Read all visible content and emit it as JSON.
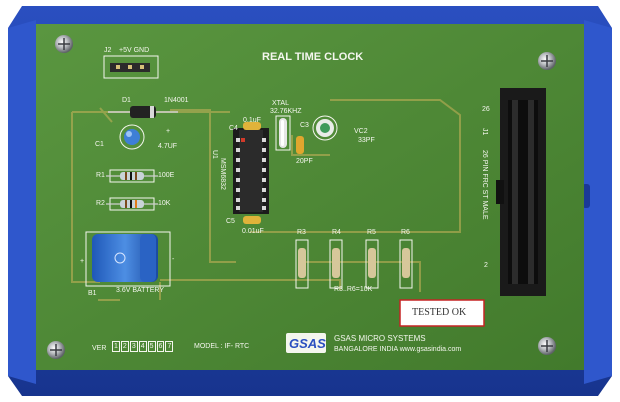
{
  "board": {
    "title": "REAL TIME CLOCK",
    "colors": {
      "enclosure": "#1d3fa8",
      "pcb": "#4e8b34",
      "trace": "#c9b35a",
      "silkscreen": "#f4f6ee"
    }
  },
  "header": {
    "ref": "J2",
    "pins": "+5V  GND"
  },
  "diode": {
    "ref": "D1",
    "part": "1N4001"
  },
  "cap_c1": {
    "ref": "C1",
    "value": "4.7UF",
    "plus": "+"
  },
  "r1": {
    "ref": "R1",
    "value": "100E"
  },
  "r2": {
    "ref": "R2",
    "value": "10K"
  },
  "battery": {
    "ref": "B1",
    "label": "3.6V BATTERY",
    "plus": "+",
    "minus": "-"
  },
  "ic": {
    "ref": "U1",
    "part": "MSM6832"
  },
  "cap_c4": {
    "ref": "C4",
    "value": "0.1uF"
  },
  "cap_c5": {
    "ref": "C5",
    "value": "0.01uF"
  },
  "crystal": {
    "name": "XTAL",
    "value": "32.76KHZ"
  },
  "cap_c3": {
    "ref": "C3",
    "value": "20PF"
  },
  "trimmer": {
    "ref": "VC2",
    "value": "33PF"
  },
  "resistors": [
    {
      "ref": "R3"
    },
    {
      "ref": "R4"
    },
    {
      "ref": "R5"
    },
    {
      "ref": "R6"
    }
  ],
  "resistor_note": "R3..R6=10K",
  "connector": {
    "ref": "J1",
    "desc": "26 PIN FRC ST MALE",
    "pin_top": "26",
    "pin_bottom": "2"
  },
  "sticker": "TESTED OK",
  "version": {
    "label": "VER",
    "boxes": [
      "1",
      "2",
      "3",
      "4",
      "5",
      "6",
      "7"
    ]
  },
  "model": "MODEL : IF- RTC",
  "brand": {
    "logo": "GSAS",
    "company": "GSAS MICRO SYSTEMS",
    "address": "BANGALORE  INDIA   www.gsasindia.com"
  }
}
